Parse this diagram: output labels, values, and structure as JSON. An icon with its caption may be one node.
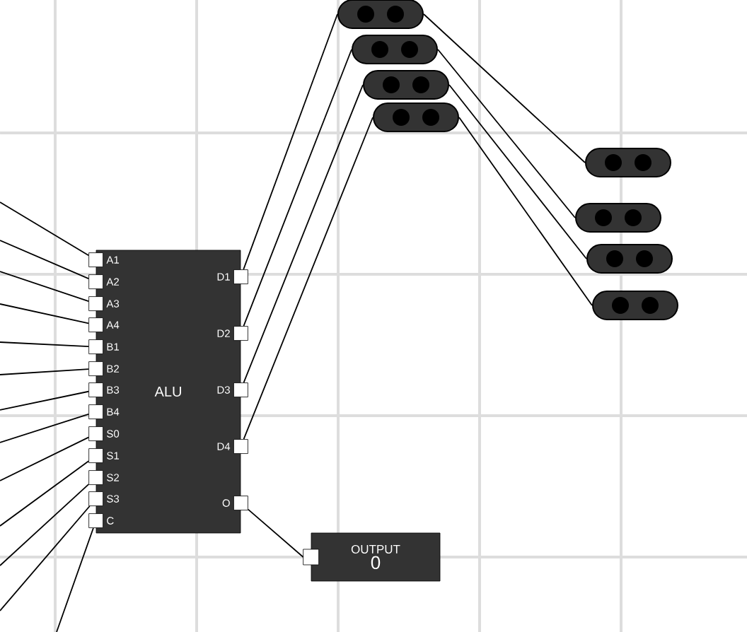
{
  "diagram": {
    "nodes": [
      {
        "text": [
          "ALU"
        ]
      },
      {
        "text": [
          "A1"
        ],
        "in": 0
      },
      {
        "text": [
          "A2"
        ],
        "in": 0
      },
      {
        "text": [
          "A3"
        ],
        "in": 0
      },
      {
        "text": [
          "A4"
        ],
        "in": 0
      },
      {
        "text": [
          "B1"
        ],
        "in": 0
      },
      {
        "text": [
          "B2"
        ],
        "in": 0
      },
      {
        "text": [
          "B3"
        ],
        "in": 0
      },
      {
        "text": [
          "B4"
        ],
        "in": 0
      },
      {
        "text": [
          "S0"
        ],
        "in": 0
      },
      {
        "text": [
          "S1"
        ],
        "in": 0
      },
      {
        "text": [
          "S2"
        ],
        "in": 0
      },
      {
        "text": [
          "S3"
        ],
        "in": 0
      },
      {
        "text": [
          "C"
        ],
        "in": 0
      },
      {
        "text": [
          "D1"
        ],
        "in": 0
      },
      {
        "text": [
          "D2"
        ],
        "in": 0
      },
      {
        "text": [
          "D3"
        ],
        "in": 0
      },
      {
        "text": [
          "D4"
        ],
        "in": 0
      },
      {
        "text": [
          "O"
        ],
        "in": 0
      },
      {
        "text": [],
        "shape": "box"
      },
      {
        "text": [],
        "shape": "box"
      },
      {
        "text": [],
        "shape": "box"
      },
      {
        "text": [],
        "shape": "box"
      },
      {
        "text": [],
        "shape": "box"
      },
      {
        "text": [],
        "shape": "box"
      },
      {
        "text": [],
        "shape": "box"
      },
      {
        "text": [],
        "shape": "box"
      },
      {
        "text": [
          "OUTPUT",
          "0"
        ]
      }
    ],
    "edges": [
      {
        "from": null,
        "to": 1,
        "arrow": "none"
      },
      {
        "from": null,
        "to": 2,
        "arrow": "none"
      },
      {
        "from": null,
        "to": 3,
        "arrow": "none"
      },
      {
        "from": null,
        "to": 4,
        "arrow": "none"
      },
      {
        "from": null,
        "to": 5,
        "arrow": "none"
      },
      {
        "from": null,
        "to": 6,
        "arrow": "none"
      },
      {
        "from": null,
        "to": 7,
        "arrow": "none"
      },
      {
        "from": null,
        "to": 8,
        "arrow": "none"
      },
      {
        "from": null,
        "to": 9,
        "arrow": "none"
      },
      {
        "from": null,
        "to": 10,
        "arrow": "none"
      },
      {
        "from": null,
        "to": 11,
        "arrow": "none"
      },
      {
        "from": null,
        "to": 12,
        "arrow": "none"
      },
      {
        "from": null,
        "to": 13,
        "arrow": "none"
      },
      {
        "from": 14,
        "to": 19,
        "arrow": "none"
      },
      {
        "from": 15,
        "to": 20,
        "arrow": "none"
      },
      {
        "from": 16,
        "to": 21,
        "arrow": "none"
      },
      {
        "from": 17,
        "to": 22,
        "arrow": "none"
      },
      {
        "from": 19,
        "to": 23,
        "arrow": "none"
      },
      {
        "from": 20,
        "to": 24,
        "arrow": "none"
      },
      {
        "from": 21,
        "to": 25,
        "arrow": "none"
      },
      {
        "from": 22,
        "to": 26,
        "arrow": "none"
      },
      {
        "from": 18,
        "to": 27,
        "arrow": "none"
      }
    ]
  }
}
